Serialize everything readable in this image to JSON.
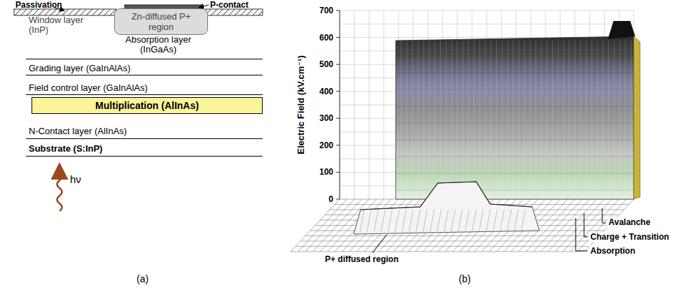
{
  "diagram": {
    "nodes": [
      {
        "text": [
          "Window layer (InP)"
        ]
      },
      {
        "text": [
          "Zn-diffused P+ region"
        ],
        "in": 0
      },
      {
        "text": [
          "Absorption layer (InGaAs)"
        ]
      },
      {
        "text": [
          "Grading layer (GaInAlAs)"
        ]
      },
      {
        "text": [
          "Field control layer (GaInAlAs)"
        ]
      },
      {
        "text": [
          "Multiplication (AlInAs)"
        ]
      },
      {
        "text": [
          "N-Contact layer (AlInAs)"
        ]
      },
      {
        "text": [
          "Substrate (S:InP)"
        ]
      }
    ],
    "labels": [
      "Passivation",
      "P-contact",
      "hν",
      "(a)",
      "Electric Field (kV.cm⁻¹)",
      "700",
      "600",
      "500",
      "400",
      "300",
      "200",
      "100",
      "0",
      "P+ diffused region",
      "Avalanche",
      "Charge + Transition",
      "Absorption",
      "(b)"
    ]
  }
}
